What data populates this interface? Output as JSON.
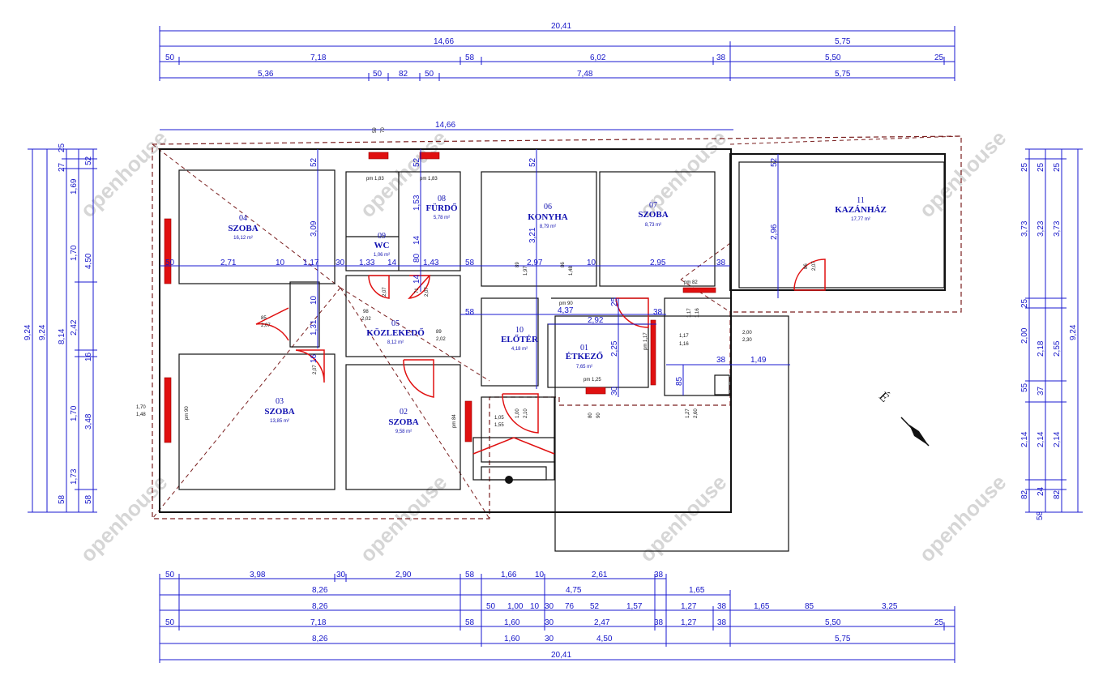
{
  "drawing": {
    "watermark": "openhouse",
    "north_label": "É",
    "rooms": [
      {
        "num": "04",
        "name": "SZOBA",
        "area": "16,12 m²"
      },
      {
        "num": "09",
        "name": "WC",
        "area": "1,06 m²"
      },
      {
        "num": "08",
        "name": "FÜRDŐ",
        "area": "5,78 m²"
      },
      {
        "num": "06",
        "name": "KONYHA",
        "area": "8,79 m²"
      },
      {
        "num": "07",
        "name": "SZOBA",
        "area": "8,73 m²"
      },
      {
        "num": "11",
        "name": "KAZÁNHÁZ",
        "area": "17,77 m²"
      },
      {
        "num": "05",
        "name": "KÖZLEKEDŐ",
        "area": "8,12 m²"
      },
      {
        "num": "10",
        "name": "ELŐTÉR",
        "area": "4,18 m²"
      },
      {
        "num": "01",
        "name": "ÉTKEZŐ",
        "area": "7,65 m²"
      },
      {
        "num": "03",
        "name": "SZOBA",
        "area": "13,85 m²"
      },
      {
        "num": "02",
        "name": "SZOBA",
        "area": "9,58 m²"
      }
    ],
    "top_dims": {
      "row1": [
        "20,41"
      ],
      "row2": [
        "14,66",
        "5,75"
      ],
      "row3": [
        "50",
        "7,18",
        "58",
        "6,02",
        "38",
        "5,50",
        "25"
      ],
      "row4": [
        "5,36",
        "50",
        "82",
        "50",
        "7,48",
        "5,75"
      ],
      "inner": "14,66"
    },
    "bottom_dims": {
      "row1": [
        "50",
        "3,98",
        "30",
        "2,90",
        "58",
        "1,66",
        "10",
        "2,61",
        "38"
      ],
      "row2": [
        "8,26",
        "4,75",
        "1,65"
      ],
      "row3": [
        "8,26",
        "50",
        "1,00",
        "10",
        "30",
        "76",
        "52",
        "1,57",
        "1,27",
        "38",
        "1,65",
        "85",
        "3,25"
      ],
      "row4": [
        "50",
        "7,18",
        "58",
        "1,60",
        "30",
        "2,47",
        "38",
        "1,27",
        "38",
        "5,50",
        "25"
      ],
      "row5": [
        "8,26",
        "1,60",
        "30",
        "4,50",
        "5,75"
      ],
      "row6": [
        "20,41"
      ]
    },
    "left_dims": {
      "col1": [
        "9,24"
      ],
      "col2": [
        "9,24"
      ],
      "col3": [
        "25",
        "27",
        "8,14",
        "58"
      ],
      "col4": [
        "1,69",
        "1,70",
        "2,42",
        "1,70",
        "1,73"
      ],
      "col5": [
        "52",
        "4,50",
        "16",
        "3,48",
        "58"
      ]
    },
    "right_dims": {
      "col1": [
        "25",
        "3,73",
        "25",
        "2,00",
        "55",
        "2,14",
        "82",
        "58"
      ],
      "col2": [
        "25",
        "3,23",
        "2,18",
        "37",
        "2,14",
        "24"
      ],
      "col3": [
        "25",
        "3,73",
        "2,55",
        "2,14",
        "82"
      ],
      "col4": [
        "9,24"
      ]
    },
    "interior_dims": {
      "row_mid": [
        "50",
        "2,71",
        "10",
        "1,17",
        "30",
        "1,33",
        "14",
        "1,43",
        "58",
        "2,97",
        "10",
        "2,95",
        "38"
      ],
      "verticals": [
        "52",
        "3,09",
        "10",
        "1,31",
        "16",
        "52",
        "1,53",
        "14",
        "80",
        "14",
        "52",
        "3,21",
        "52",
        "2,96",
        "2,25",
        "25",
        "38",
        "85",
        "30"
      ],
      "misc": [
        "4,37",
        "2,92",
        "1,49",
        "38",
        "58"
      ]
    },
    "small_labels": [
      "pm 1,83",
      "pm 1,83",
      "pm 90",
      "pm 82",
      "pm 1,25",
      "pm 90",
      "pm 84",
      "pm 1,17",
      "2,00",
      "2,30",
      "1,17",
      "1,16",
      "1,17",
      "1,16",
      "1,70",
      "1,48",
      "1,05",
      "1,55",
      "98",
      "2,02",
      "89",
      "2,02",
      "85",
      "2,07",
      "59",
      "70",
      "1,27",
      "2,60",
      "80",
      "90",
      "1,00",
      "2,10",
      "89",
      "1,97",
      "86",
      "1,48",
      "86",
      "2,07",
      "2,07",
      "71",
      "2,07",
      "2,07"
    ]
  }
}
